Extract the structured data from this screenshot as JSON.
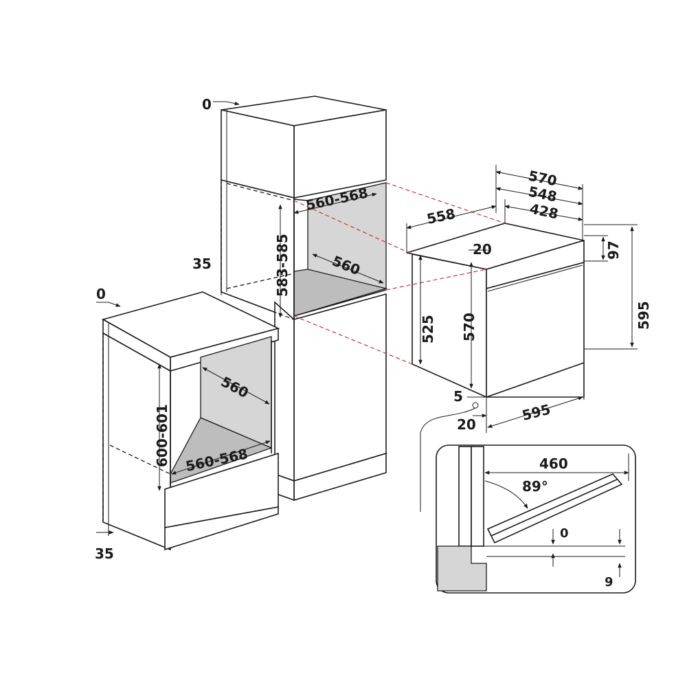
{
  "dims": {
    "upper_top_gap": "0",
    "upper_side_gap": "35",
    "upper_width": "560-568",
    "upper_height": "583-585",
    "upper_depth": "560",
    "lower_top_gap": "0",
    "lower_bottom_gap": "35",
    "lower_depth": "560",
    "lower_height": "600-601",
    "lower_width": "560-568",
    "oven_depth_total": "570",
    "oven_depth_548": "548",
    "oven_depth_428": "428",
    "oven_side_558": "558",
    "oven_top_20": "20",
    "oven_panel_97": "97",
    "oven_height_595": "595",
    "oven_body_525": "525",
    "oven_inner_570": "570",
    "oven_bottom_5": "5",
    "oven_front_20": "20",
    "oven_width_595": "595",
    "door_460": "460",
    "door_angle": "89°",
    "door_gap_0": "0",
    "door_gap_9": "9"
  },
  "colors": {
    "line": "#1a1a1a",
    "cavity_grey": "#d6d6d6",
    "guide_red": "#cc3333"
  }
}
